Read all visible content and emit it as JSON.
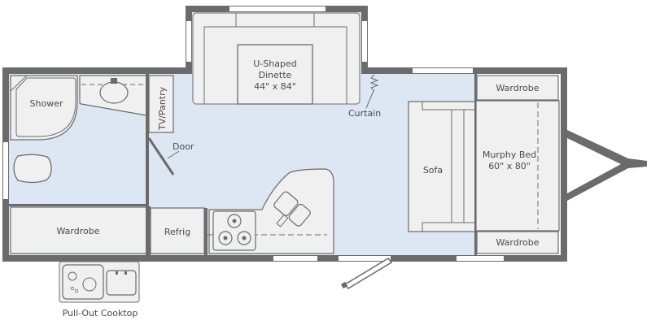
{
  "colors": {
    "wall": "#6b6b6b",
    "floor": "#dce7f3",
    "fixture_fill": "#f0f0f0",
    "fixture_stroke": "#6b6b6b",
    "window": "#ffffff",
    "text": "#4a4a4a"
  },
  "rooms": {
    "shower": "Shower",
    "tv_pantry": "TV/Pantry",
    "door": "Door",
    "dinette_line1": "U-Shaped",
    "dinette_line2": "Dinette",
    "dinette_size": "44\" x 84\"",
    "curtain": "Curtain",
    "sofa": "Sofa",
    "murphy_bed": "Murphy Bed",
    "murphy_bed_size": "60\" x 80\"",
    "wardrobe_top": "Wardrobe",
    "wardrobe_bottom_right": "Wardrobe",
    "wardrobe_left": "Wardrobe",
    "refrig": "Refrig",
    "pullout_cooktop": "Pull-Out Cooktop"
  }
}
